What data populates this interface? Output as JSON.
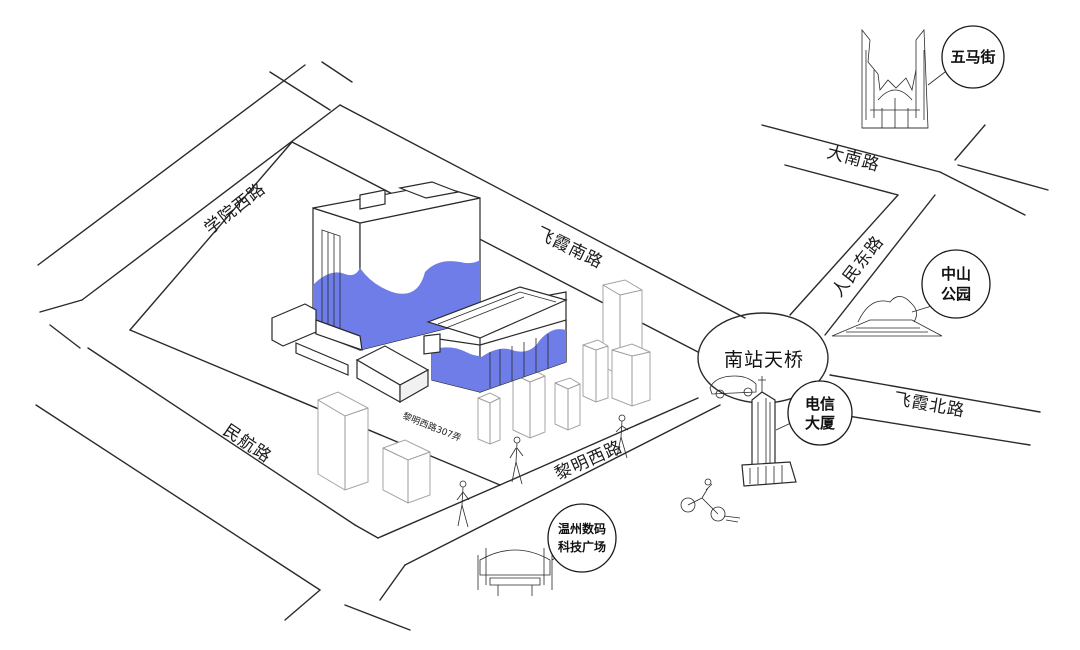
{
  "roads": {
    "xueyuan_west": "学院西路",
    "feixia_south": "飞霞南路",
    "minhang": "民航路",
    "liming_west": "黎明西路",
    "liming_west_lane": "黎明西路307弄",
    "danan": "大南路",
    "renmin_east": "人民东路",
    "feixia_north": "飞霞北路"
  },
  "landmarks": {
    "wuma_street": "五马街",
    "zhongshan_park_line1": "中山",
    "zhongshan_park_line2": "公园",
    "nanzhan_bridge": "南站天桥",
    "telecom_line1": "电信",
    "telecom_line2": "大厦",
    "plaza_line1": "温州数码",
    "plaza_line2": "科技广场"
  },
  "colors": {
    "highlight": "#6f7de8",
    "ink": "#1a1a1a"
  },
  "icons": [
    "wuma-gate-icon",
    "park-pavilion-icon",
    "telecom-tower-icon",
    "plaza-bench-icon",
    "pedestrian-icon",
    "motorcycle-icon",
    "car-icon"
  ]
}
